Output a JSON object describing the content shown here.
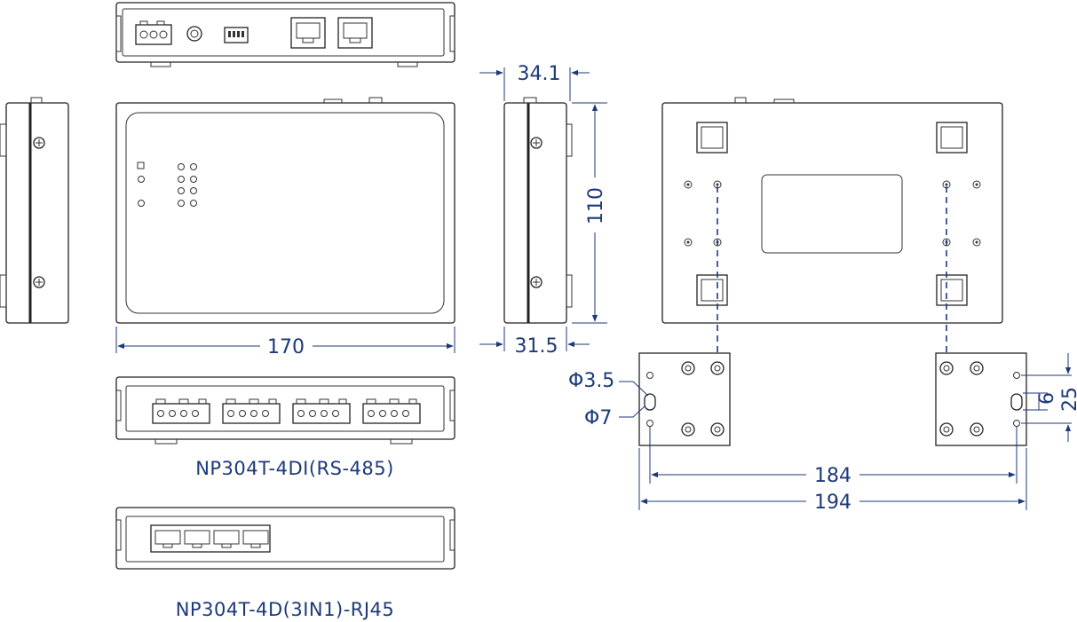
{
  "dimensions": {
    "width_170": "170",
    "depth_34_1": "34.1",
    "height_110": "110",
    "depth_31_5": "31.5",
    "hole_d35": "Φ3.5",
    "hole_d7": "Φ7",
    "pitch_184": "184",
    "total_194": "194",
    "slot_6": "6",
    "slot_25": "25"
  },
  "captions": {
    "rs485_model": "NP304T-4DI(RS-485)",
    "rj45_model": "NP304T-4D(3IN1)-RJ45"
  }
}
